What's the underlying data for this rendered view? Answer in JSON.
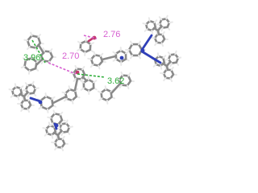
{
  "colors": {
    "carbon": "#8a8a8a",
    "hydrogen": "#e8e8e8",
    "nitrogen": "#2f3fb8",
    "heteroatom": "#c23a6e",
    "contact_green": "#2fae3a",
    "contact_magenta": "#d65fd0"
  },
  "contacts": [
    {
      "label": "3.96",
      "color": "#2fae3a"
    },
    {
      "label": "2.70",
      "color": "#d65fd0"
    },
    {
      "label": "2.76",
      "color": "#d65fd0"
    },
    {
      "label": "3.62",
      "color": "#2fae3a"
    }
  ]
}
